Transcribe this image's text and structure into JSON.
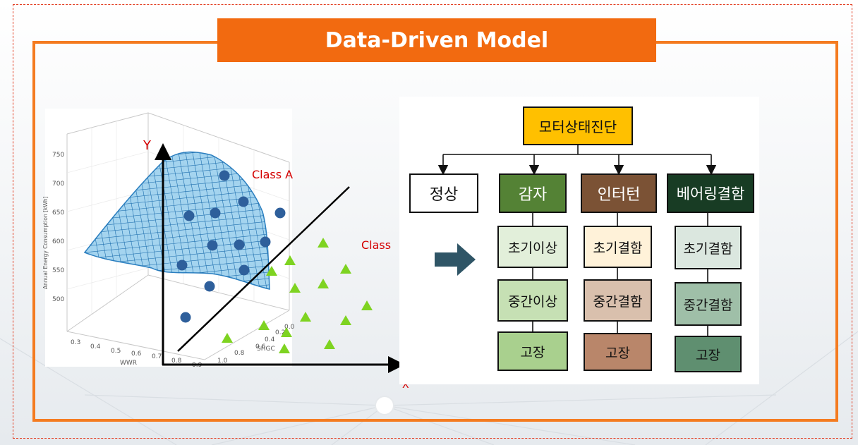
{
  "title": "Data-Driven Model",
  "plot": {
    "y_axis_letter": "Y",
    "class_a_label": "Class A",
    "class_b_label": "Class",
    "x_axis_letter": "X",
    "z_axis_label": "Annual Energy Consumption [kWh]",
    "z_ticks": [
      "750",
      "700",
      "650",
      "600",
      "550",
      "500"
    ],
    "wwr_label": "WWR",
    "wwr_ticks": [
      "0.3",
      "0.4",
      "0.5",
      "0.6",
      "0.7",
      "0.8",
      "0.9"
    ],
    "shgc_label": "SHGC",
    "shgc_ticks": [
      "0.0",
      "0.2",
      "0.4",
      "0.6",
      "0.8",
      "1.0"
    ]
  },
  "tree": {
    "root": "모터상태진단",
    "normal": "정상",
    "groups": [
      {
        "name": "감자",
        "items": [
          "초기이상",
          "중간이상",
          "고장"
        ]
      },
      {
        "name": "인터턴",
        "items": [
          "초기결함",
          "중간결함",
          "고장"
        ]
      },
      {
        "name": "베어링결함",
        "items": [
          "초기결함",
          "중간결함",
          "고장"
        ]
      }
    ]
  },
  "colors": {
    "accent": "#f26a10",
    "dash": "#e23a1e",
    "root_fill": "#ffc000",
    "dot_blue": "#2e5f9b",
    "triangle_green": "#7ed321",
    "arrow": "#2f5566",
    "g1_header": "#548235",
    "g1_items": [
      "#e2efda",
      "#c6e0b4",
      "#a9d08e"
    ],
    "g2_header": "#7b5235",
    "g2_items": [
      "#fff2d9",
      "#d9c0ad",
      "#b9866a"
    ],
    "g3_header": "#183c24",
    "g3_items": [
      "#dbe7df",
      "#9fbfa8",
      "#5f8f70"
    ]
  }
}
